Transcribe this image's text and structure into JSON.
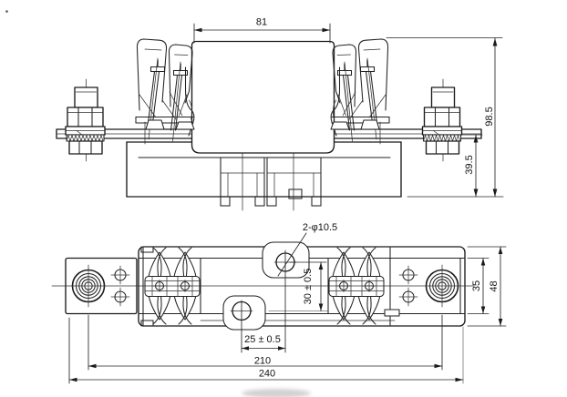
{
  "drawing": {
    "dimensions": {
      "top_view": {
        "clip_span": "81",
        "overall_height": "98.5",
        "base_height": "39.5"
      },
      "bottom_view": {
        "mounting_holes": "2-φ10.5",
        "hole_vertical_offset": "30 ± 0.5",
        "hole_horizontal_offset": "25 ± 0.5",
        "contact_center_distance": "210",
        "overall_length": "240",
        "plate_width": "35",
        "base_width": "48"
      }
    }
  }
}
